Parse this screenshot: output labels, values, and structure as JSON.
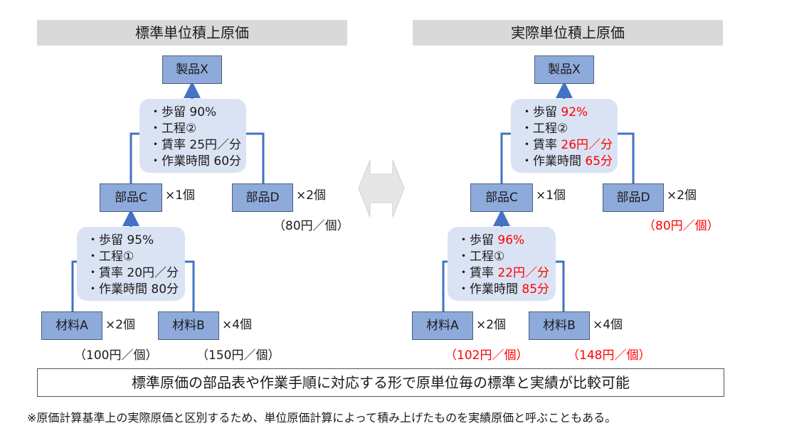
{
  "left": {
    "title": "標準単位積上原価",
    "product": "製品X",
    "upper_note": {
      "yield_label": "・歩留 ",
      "yield": "90%",
      "process": "・工程②",
      "rate_label": "・賃率 ",
      "rate": "25円／分",
      "time_label": "・作業時間 ",
      "time": "60分"
    },
    "part_c": "部品C",
    "part_c_qty": "×1個",
    "part_d": "部品D",
    "part_d_qty": "×2個",
    "part_d_price": "（80円／個）",
    "lower_note": {
      "yield_label": "・歩留 ",
      "yield": "95%",
      "process": "・工程①",
      "rate_label": "・賃率 ",
      "rate": "20円／分",
      "time_label": "・作業時間 ",
      "time": "80分"
    },
    "material_a": "材料A",
    "material_a_qty": "×2個",
    "material_a_price": "（100円／個）",
    "material_b": "材料B",
    "material_b_qty": "×4個",
    "material_b_price": "（150円／個）"
  },
  "right": {
    "title": "実際単位積上原価",
    "product": "製品X",
    "upper_note": {
      "yield_label": "・歩留 ",
      "yield": "92%",
      "process": "・工程②",
      "rate_label": "・賃率 ",
      "rate": "26円／分",
      "time_label": "・作業時間 ",
      "time": "65分"
    },
    "part_c": "部品C",
    "part_c_qty": "×1個",
    "part_d": "部品D",
    "part_d_qty": "×2個",
    "part_d_price": "（80円／個）",
    "lower_note": {
      "yield_label": "・歩留 ",
      "yield": "96%",
      "process": "・工程①",
      "rate_label": "・賃率 ",
      "rate": "22円／分",
      "time_label": "・作業時間 ",
      "time": "85分"
    },
    "material_a": "材料A",
    "material_a_qty": "×2個",
    "material_a_price": "（102円／個）",
    "material_b": "材料B",
    "material_b_qty": "×4個",
    "material_b_price": "（148円／個）"
  },
  "summary": "標準原価の部品表や作業手順に対応する形で原単位毎の標準と実績が比較可能",
  "footnote": "※原価計算基準上の実際原価と区別するため、単位原価計算によって積み上げたものを実績原価と呼ぶこともある。",
  "colors": {
    "box_fill": "#8eaadb",
    "note_fill": "#dae3f3",
    "connector": "#4472c4",
    "highlight": "#ff0000",
    "header_fill": "#d9d9d9"
  }
}
